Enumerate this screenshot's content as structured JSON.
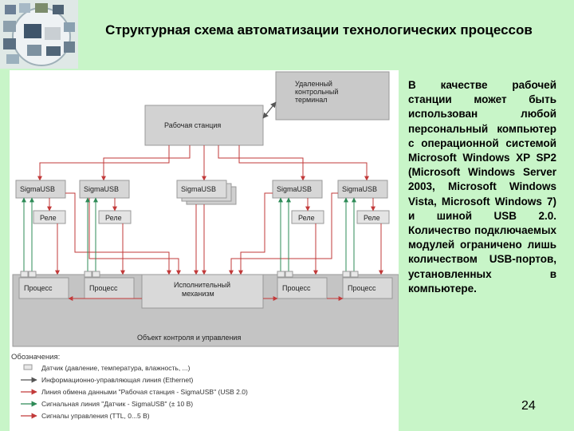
{
  "slide": {
    "title": "Структурная схема автоматизации технологических процессов",
    "description": "В качестве рабочей станции может быть использован любой персональный компьютер с операционной системой Microsoft Windows XP SP2 (Microsoft Windows Server 2003, Microsoft Windows Vista, Microsoft Windows 7) и шиной USB 2.0. Количество подключаемых модулей ограничено лишь количеством USB-портов, установленных в компьютере.",
    "page_number": "24"
  },
  "diagram": {
    "remote_terminal": "Удаленный контрольный терминал",
    "workstation": "Рабочая станция",
    "sigma": [
      "SigmaUSB",
      "SigmaUSB",
      "SigmaUSB",
      "SigmaUSB",
      "SigmaUSB"
    ],
    "relay": [
      "Реле",
      "Реле",
      "Реле",
      "Реле"
    ],
    "process": [
      "Процесс",
      "Процесс",
      "Процесс",
      "Процесс"
    ],
    "actuator": "Исполнительный механизм",
    "object": "Объект контроля и управления",
    "legend_title": "Обозначения:",
    "legend": [
      "Датчик (давление, температура, влажность, ...)",
      "Информационно-управляющая линия (Ethernet)",
      "Линия обмена данными \"Рабочая станция - SigmaUSB\" (USB 2.0)",
      "Сигнальная линия \"Датчик - SigmaUSB\" (± 10 В)",
      "Сигналы управления (TTL, 0...5 В)"
    ],
    "colors": {
      "ethernet": "#8a8a8a",
      "usb": "#c23a3a",
      "signal": "#2e8b57",
      "control": "#c23a3a"
    }
  }
}
